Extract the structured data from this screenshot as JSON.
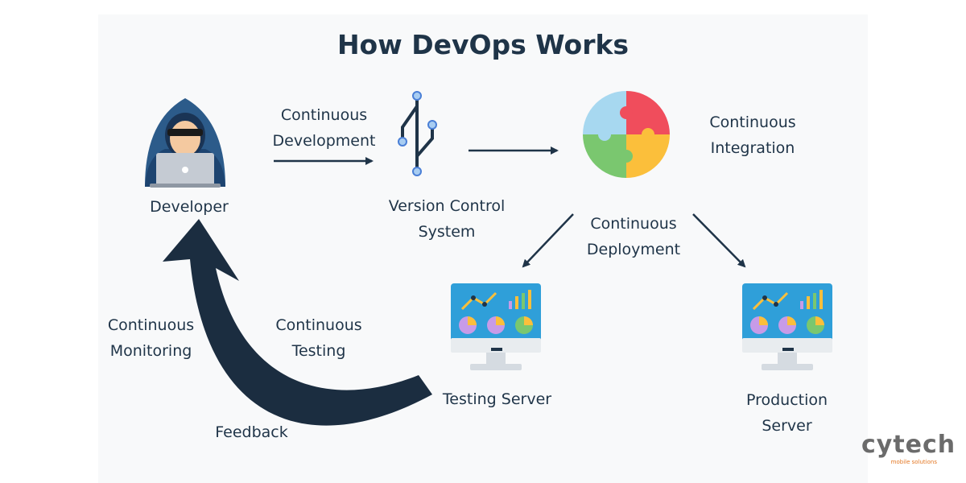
{
  "title": "How DevOps Works",
  "nodes": {
    "developer": "Developer",
    "vcs": [
      "Version Control",
      "System"
    ],
    "testing_server": "Testing Server",
    "production_server": [
      "Production",
      "Server"
    ]
  },
  "stages": {
    "development": [
      "Continuous",
      "Development"
    ],
    "integration": [
      "Continuous",
      "Integration"
    ],
    "deployment": [
      "Continuous",
      "Deployment"
    ],
    "testing": [
      "Continuous",
      "Testing"
    ],
    "monitoring": [
      "Continuous",
      "Monitoring"
    ],
    "feedback": "Feedback"
  },
  "logo": {
    "word": "cytech",
    "tagline": "mobile solutions"
  },
  "icons": [
    "hacker-icon",
    "git-branch-icon",
    "puzzle-icon",
    "monitor-dashboard-icon"
  ],
  "colors": {
    "dark": "#1f3448",
    "puzzle_blue": "#a7d8f0",
    "puzzle_red": "#f04d5c",
    "puzzle_green": "#7ac76f",
    "puzzle_yellow": "#fbbf3b",
    "git_blue": "#4a7fd6",
    "screen_blue": "#2f9fd9",
    "logo_accent": "#e47723"
  }
}
